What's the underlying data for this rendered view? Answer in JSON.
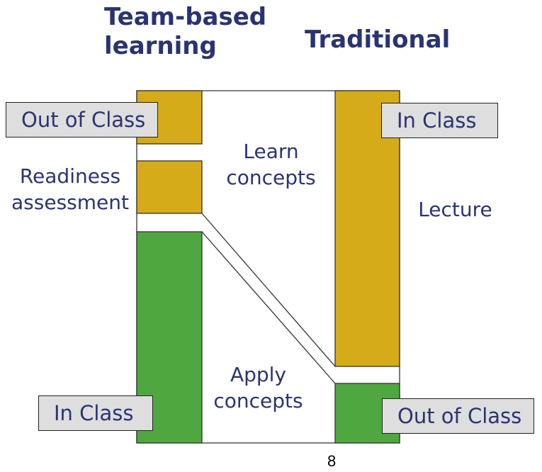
{
  "headings": {
    "left": "Team-based learning",
    "right": "Traditional"
  },
  "labels": {
    "tbl_out_of_class": "Out of Class",
    "readiness_line1": "Readiness",
    "readiness_line2": "assessment",
    "learn_line1": "Learn",
    "learn_line2": "concepts",
    "apply_line1": "Apply",
    "apply_line2": "concepts",
    "tbl_in_class": "In Class",
    "trad_in_class": "In Class",
    "lecture": "Lecture",
    "trad_out_of_class": "Out of Class"
  },
  "page_number": "8",
  "colors": {
    "gold": "#d5ab1a",
    "green": "#4fa83f",
    "heading": "#2b3472",
    "label_box": "#dedede"
  }
}
